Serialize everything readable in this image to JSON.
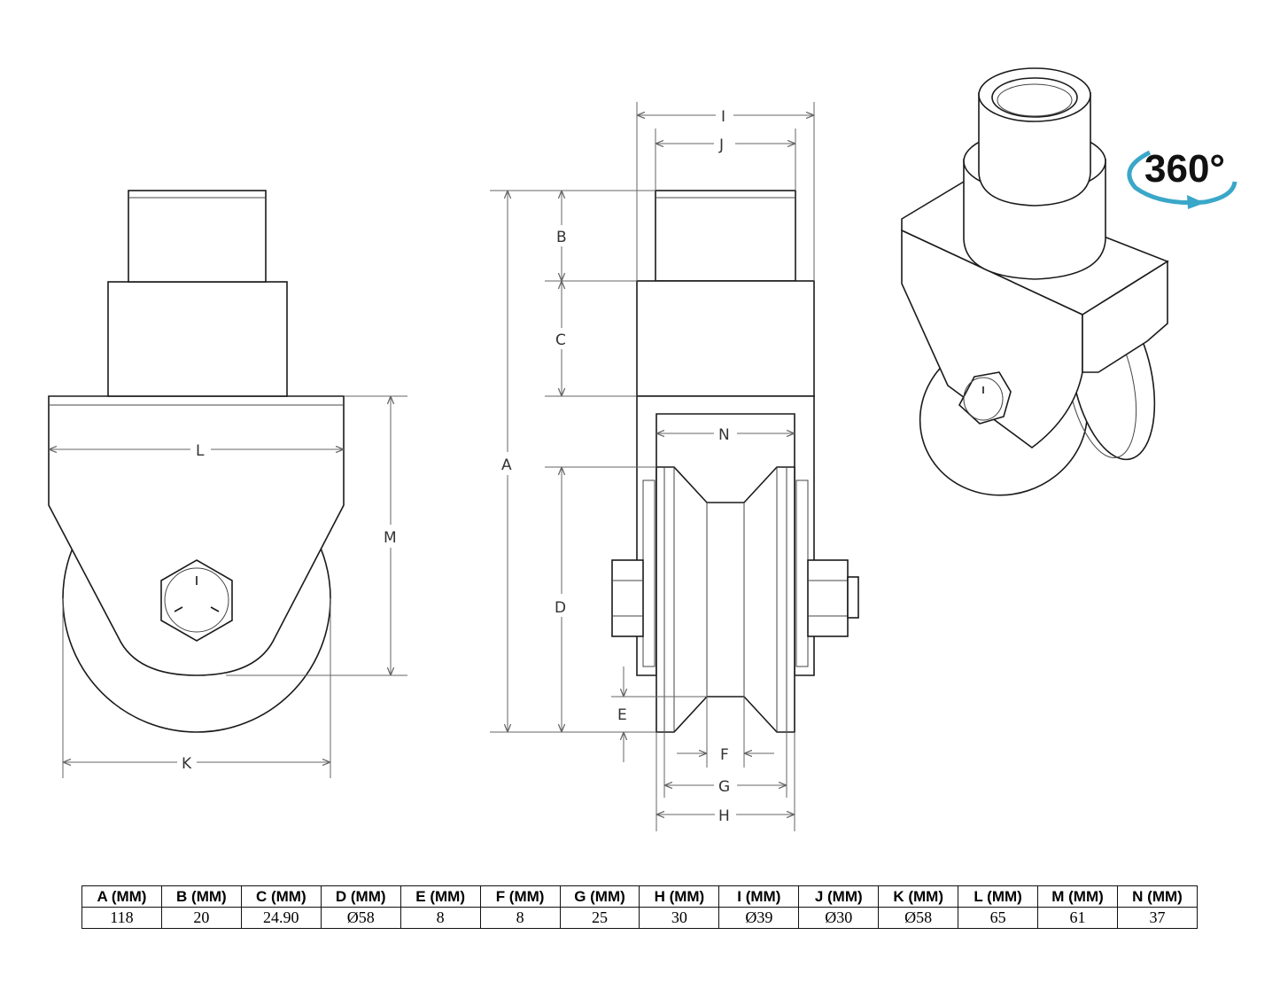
{
  "dimension_labels": {
    "A": "A",
    "B": "B",
    "C": "C",
    "D": "D",
    "E": "E",
    "F": "F",
    "G": "G",
    "H": "H",
    "I": "I",
    "J": "J",
    "K": "K",
    "L": "L",
    "M": "M",
    "N": "N"
  },
  "rotation_badge": {
    "text": "360°",
    "arrow_color": "#3aa7c9"
  },
  "spec_table": {
    "headers": [
      "A (MM)",
      "B (MM)",
      "C (MM)",
      "D (MM)",
      "E (MM)",
      "F (MM)",
      "G (MM)",
      "H (MM)",
      "I (MM)",
      "J (MM)",
      "K (MM)",
      "L (MM)",
      "M (MM)",
      "N (MM)"
    ],
    "values": [
      "118",
      "20",
      "24.90",
      "Ø58",
      "8",
      "8",
      "25",
      "30",
      "Ø39",
      "Ø30",
      "Ø58",
      "65",
      "61",
      "37"
    ]
  }
}
